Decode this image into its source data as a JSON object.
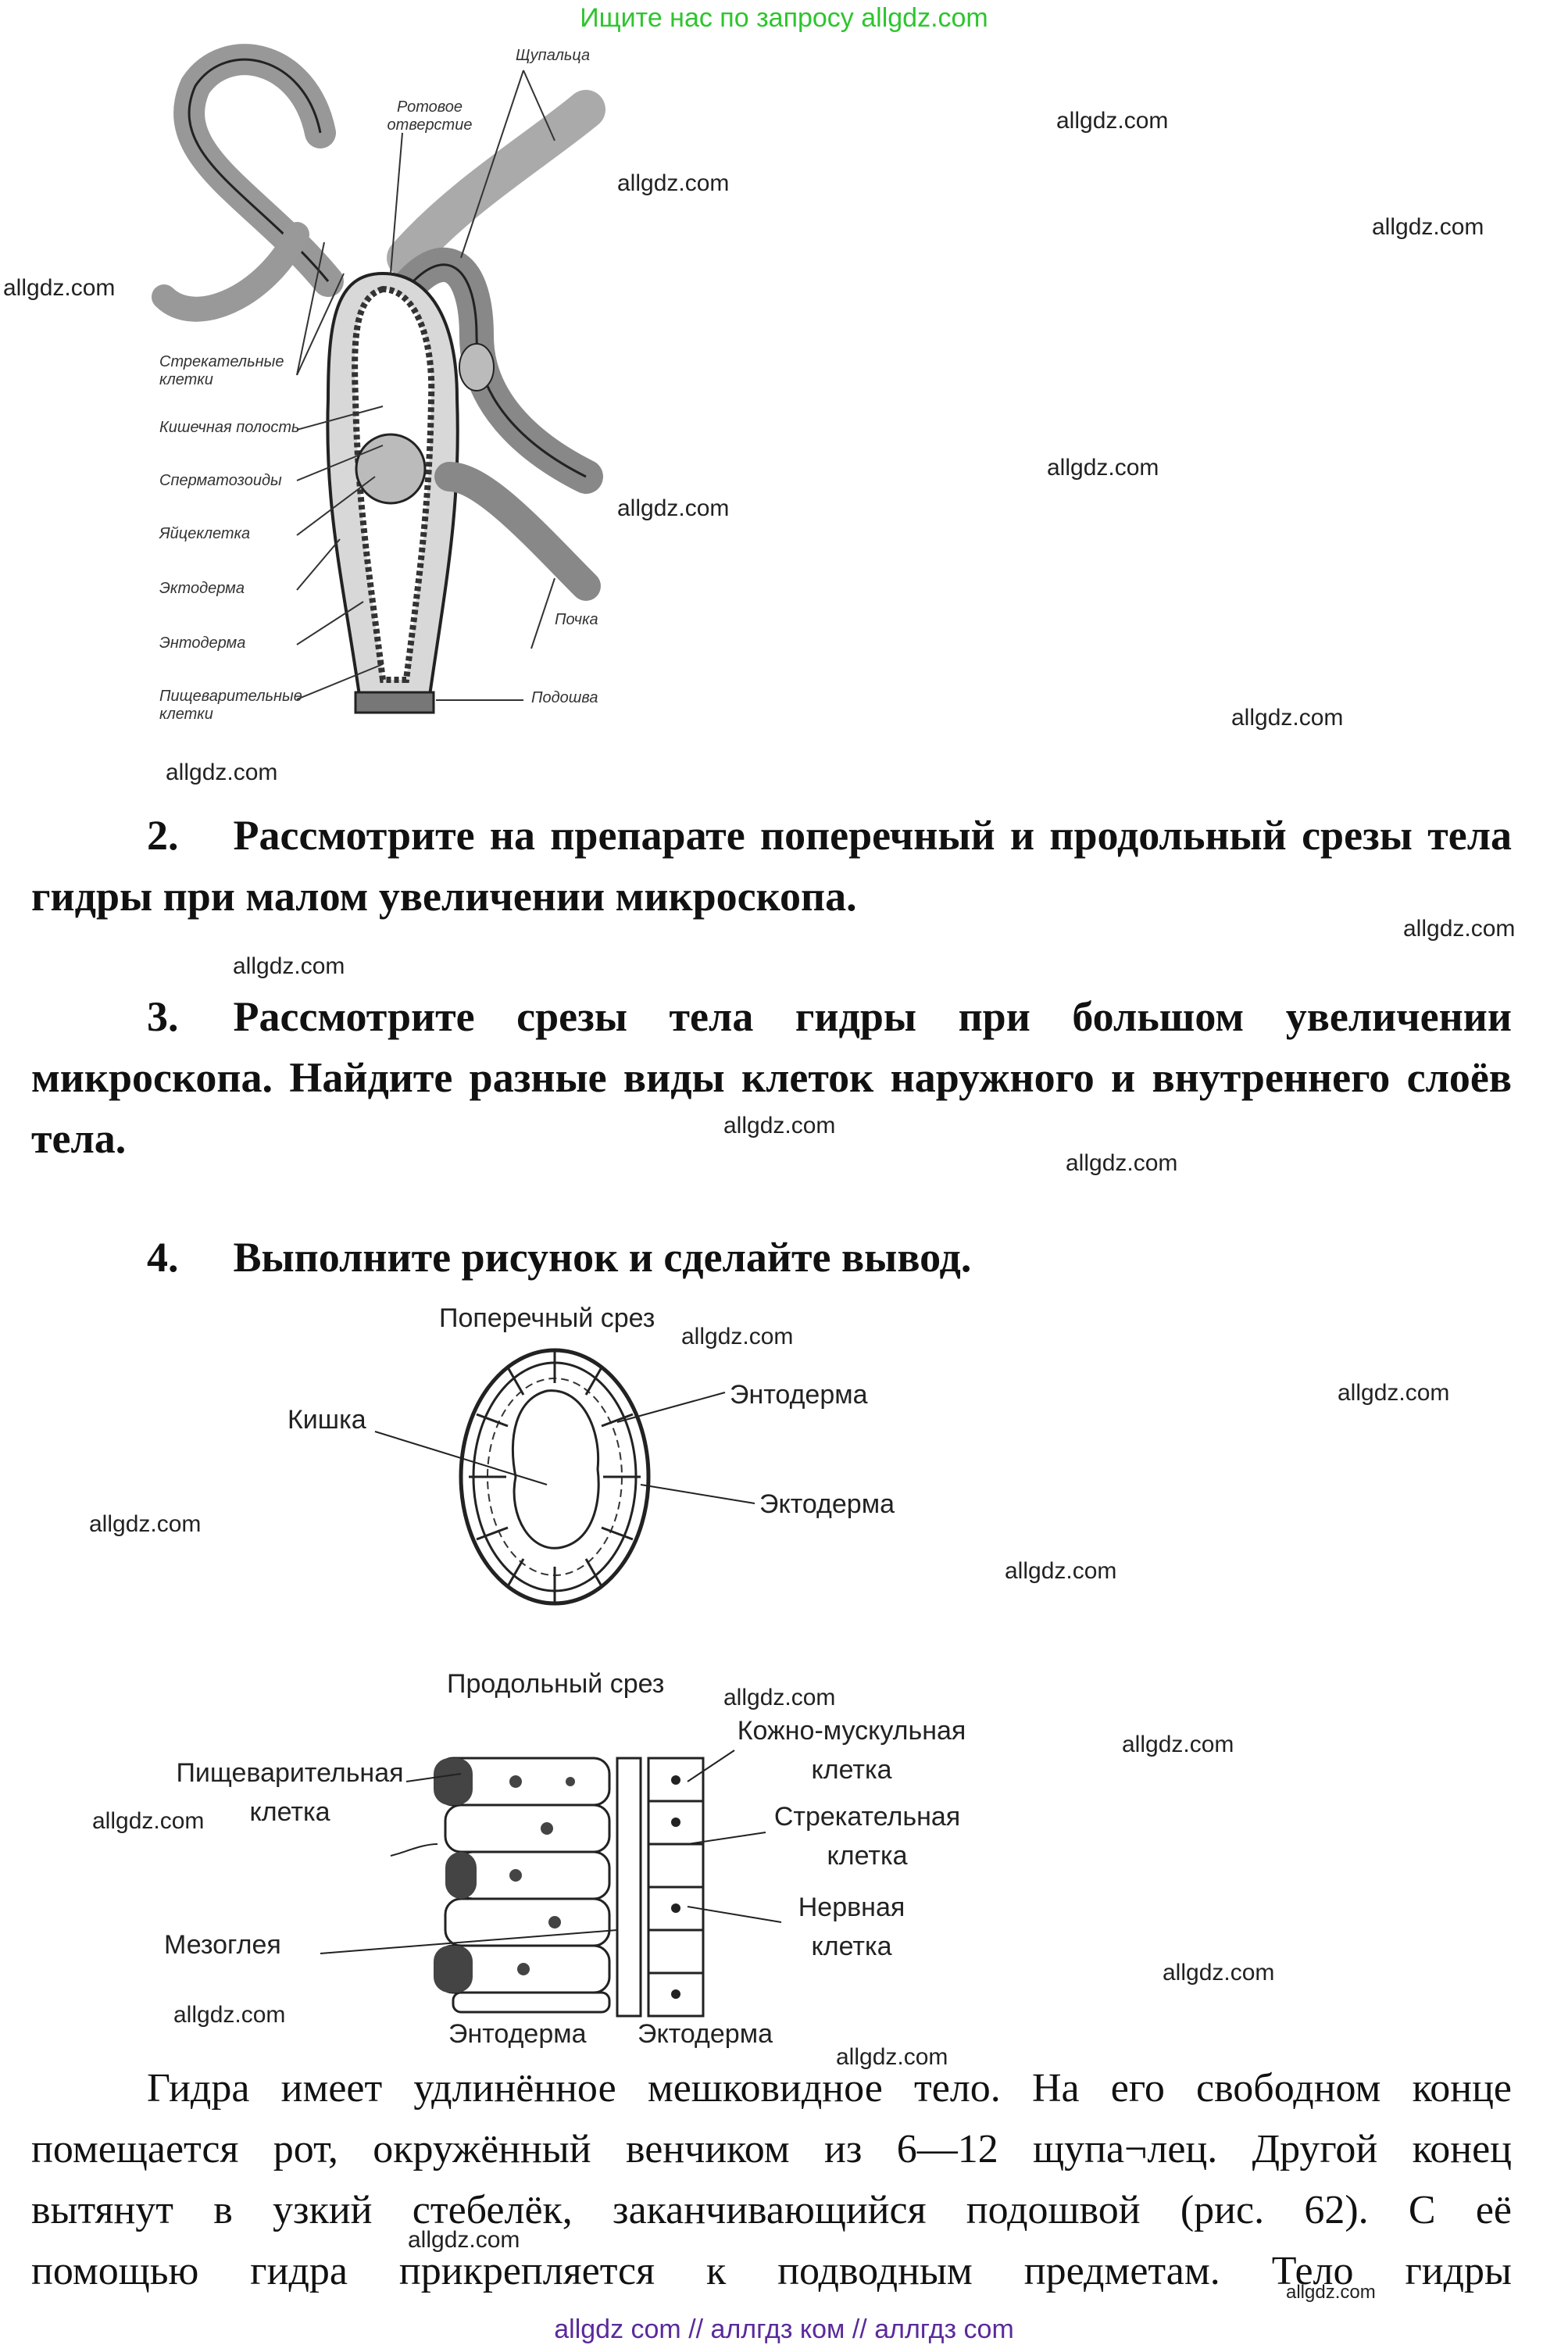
{
  "top_banner": "Ищите нас по запросу allgdz.com",
  "bottom_banner": "allgdz com  //  аллгдз ком  //  аллгдз com",
  "watermark_text": "allgdz.com",
  "figure1": {
    "labels": {
      "tentacles": "Щупальца",
      "mouth": "Ротовое отверстие",
      "stinging_cells": "Стрекательные клетки",
      "gut_cavity": "Кишечная полость",
      "sperm": "Сперматозоиды",
      "egg": "Яйцеклетка",
      "ectoderm": "Эктодерма",
      "entoderm": "Энтодерма",
      "digestive_cells": "Пищеварительные клетки",
      "bud": "Почка",
      "sole": "Подошва"
    }
  },
  "tasks": [
    {
      "num": "2.",
      "text": "Рассмотрите на препарате поперечный и продольный срезы тела гидры при малом увеличении микроскопа."
    },
    {
      "num": "3.",
      "text": "Рассмотрите срезы тела гидры при большом увеличении микроскопа. Найдите разные виды клеток наружного и внутреннего слоёв тела."
    },
    {
      "num": "4.",
      "text": "Выполните рисунок и сделайте вывод."
    }
  ],
  "figure2": {
    "cross_section": {
      "title": "Поперечный срез",
      "gut": "Кишка",
      "entoderm": "Энтодерма",
      "ectoderm": "Эктодерма"
    },
    "longitudinal_section": {
      "title": "Продольный срез",
      "digestive_cell_line1": "Пищеварительная",
      "digestive_cell_line2": "клетка",
      "mesoglea": "Мезоглея",
      "entoderm": "Энтодерма",
      "ectoderm": "Эктодерма",
      "muscle_cell_line1": "Кожно-мускульная",
      "muscle_cell_line2": "клетка",
      "stinging_cell_line1": "Стрекательная",
      "stinging_cell_line2": "клетка",
      "nerve_cell_line1": "Нервная",
      "nerve_cell_line2": "клетка"
    }
  },
  "body_lines": [
    "Гидра имеет удлинённое мешковидное тело. На его свободном конце",
    "помещается рот, окружённый венчиком из 6—12 щупа¬лец. Другой конец",
    "вытянут в узкий стебелёк, заканчивающийся подошвой (рис. 62). С её",
    "помощью гидра прикрепляется к подводным предметам. Тело гидры"
  ]
}
